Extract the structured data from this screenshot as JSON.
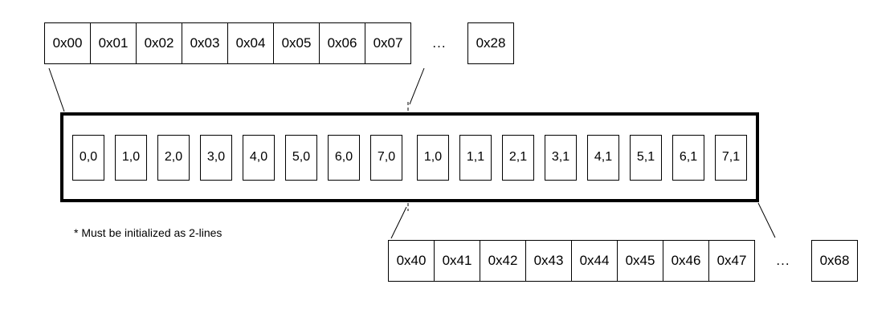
{
  "diagram": {
    "top_memory_row": {
      "cells": [
        "0x00",
        "0x01",
        "0x02",
        "0x03",
        "0x04",
        "0x05",
        "0x06",
        "0x07"
      ],
      "ellipsis": "...",
      "end_cell": "0x28"
    },
    "display_frame": {
      "segment1_cells": [
        "0,0",
        "1,0",
        "2,0",
        "3,0",
        "4,0",
        "5,0",
        "6,0",
        "7,0"
      ],
      "segment2_cells": [
        "1,0",
        "1,1",
        "2,1",
        "3,1",
        "4,1",
        "5,1",
        "6,1",
        "7,1"
      ]
    },
    "footnote": "* Must be initialized as 2-lines",
    "bottom_memory_row": {
      "cells": [
        "0x40",
        "0x41",
        "0x42",
        "0x43",
        "0x44",
        "0x45",
        "0x46",
        "0x47"
      ],
      "ellipsis": "...",
      "end_cell": "0x68"
    }
  },
  "colors": {
    "line": "#000000",
    "background": "#ffffff"
  }
}
